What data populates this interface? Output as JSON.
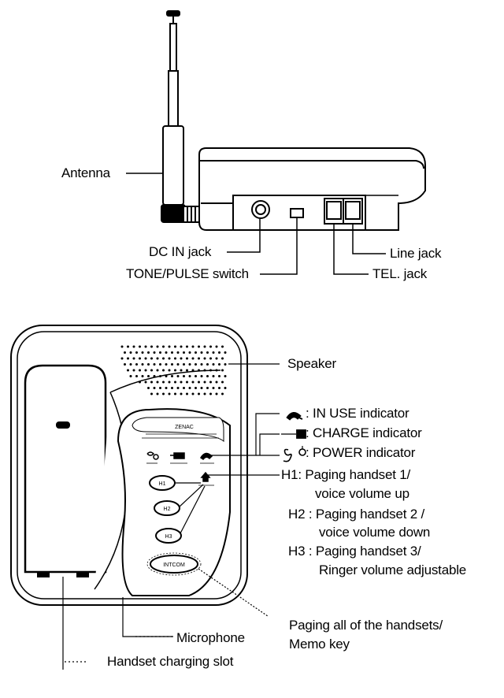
{
  "top_view": {
    "labels": {
      "antenna": "Antenna",
      "dc_in_jack": "DC IN jack",
      "tone_pulse_switch": "TONE/PULSE switch",
      "line_jack": "Line jack",
      "tel_jack": "TEL. jack"
    }
  },
  "front_view": {
    "brand_text": "ZENAC",
    "labels": {
      "speaker": "Speaker",
      "in_use": ": IN USE indicator",
      "charge": ": CHARGE indicator",
      "power": ": POWER indicator",
      "h1_line1": "H1: Paging handset 1/",
      "h1_line2": "voice volume up",
      "h2_line1": "H2 : Paging handset 2 /",
      "h2_line2": "voice volume down",
      "h3_line1": "H3 : Paging handset 3/",
      "h3_line2": "Ringer volume adjustable",
      "paging_line1": "Paging all of the handsets/",
      "paging_line2": "Memo key",
      "microphone": "Microphone",
      "charging_slot": "Handset charging slot"
    },
    "buttons": {
      "h1": "H1",
      "h2": "H2",
      "h3": "H3",
      "intercom": "INTCOM"
    }
  }
}
